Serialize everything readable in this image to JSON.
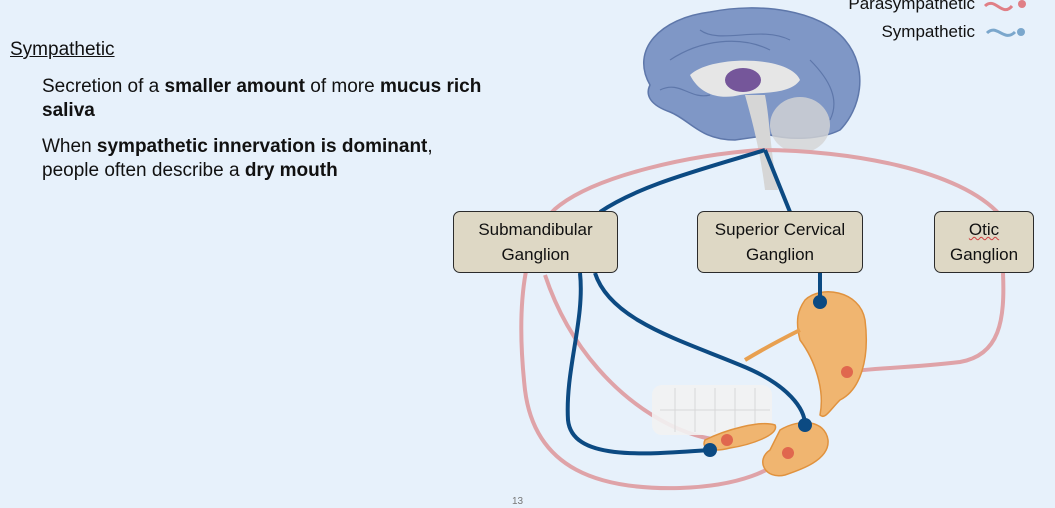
{
  "text": {
    "heading": "Sympathetic",
    "point1": {
      "pre": "Secretion of a ",
      "bold1": "smaller amount",
      "mid": " of more ",
      "bold2": "mucus rich saliva"
    },
    "point2": {
      "pre": "When ",
      "bold1": "sympathetic innervation is dominant",
      "mid": ", people often describe a ",
      "bold2": "dry mouth"
    }
  },
  "legend": [
    {
      "label": "Parasympathetic",
      "color": "#e07f86"
    },
    {
      "label": "Sympathetic",
      "color": "#7ba7cc"
    }
  ],
  "diagram": {
    "ganglia": [
      {
        "line1": "Submandibular",
        "line2": "Ganglion"
      },
      {
        "line1": "Superior Cervical",
        "line2": "Ganglion"
      },
      {
        "line1": "Otic",
        "line2": "Ganglion"
      }
    ],
    "colors": {
      "parasympathetic_nerve": "#dfa3a8",
      "sympathetic_nerve": "#0c4a82",
      "gland": "#f0b570",
      "brain": "#7f97c6",
      "ganglion_box": "#ded8c5"
    }
  },
  "page_number": "13"
}
